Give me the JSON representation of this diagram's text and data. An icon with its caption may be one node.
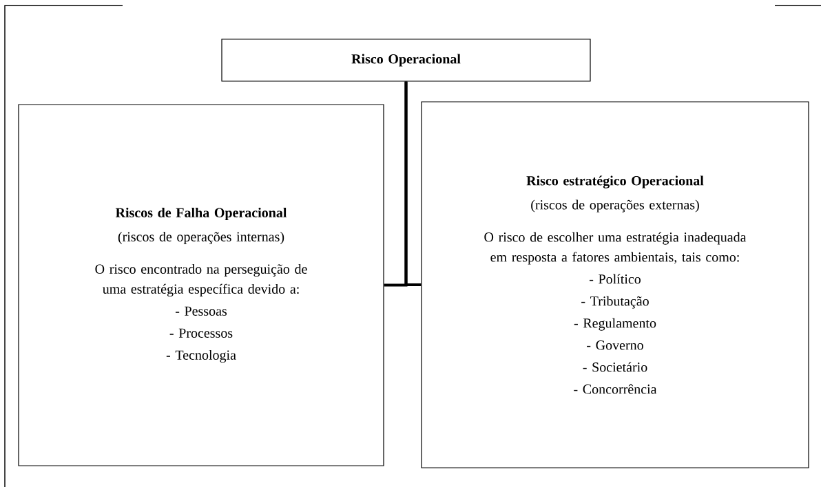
{
  "diagram": {
    "nodes": [
      {
        "text": [
          "Risco Operacional"
        ]
      },
      {
        "text": [
          "Riscos de Falha Operacional",
          "(riscos de operações internas)",
          "O risco encontrado na perseguição de uma estratégia específica devido a:",
          "- Pessoas",
          "- Processos",
          "- Tecnologia"
        ]
      },
      {
        "text": [
          "Risco estratégico Operacional",
          "(riscos de operações externas)",
          "O risco de escolher uma estratégia inadequada em resposta a fatores ambientais, tais como:",
          "- Político",
          "- Tributação",
          "- Regulamento",
          "- Governo",
          "- Societário",
          "- Concorrência"
        ]
      }
    ],
    "edges": [
      {
        "from": 0,
        "to": 1,
        "arrow": "none"
      },
      {
        "from": 0,
        "to": 2,
        "arrow": "none"
      }
    ]
  }
}
